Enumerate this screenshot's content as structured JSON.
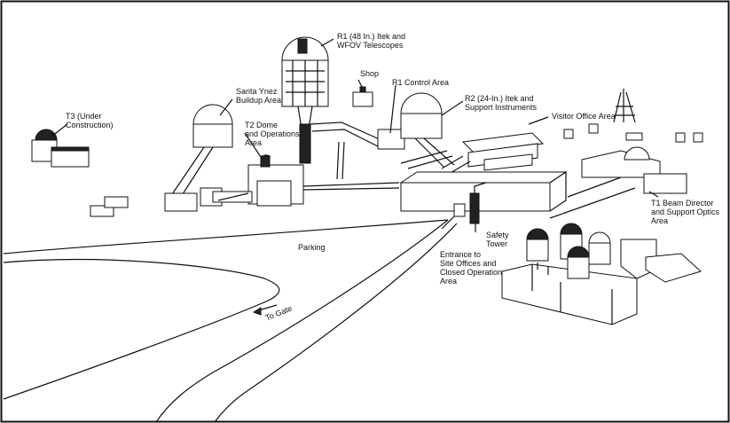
{
  "labels": {
    "t3": [
      "T3 (Under",
      "Construction)"
    ],
    "r1": [
      "R1 (48 In.) Itek and",
      "WFOV Telescopes"
    ],
    "santa_ynez": [
      "Santa Ynez",
      "Buildup Area"
    ],
    "shop": [
      "Shop"
    ],
    "r1_control": [
      "R1 Control Area"
    ],
    "r2": [
      "R2 (24-In.) Itek and",
      "Support Instruments"
    ],
    "t2": [
      "T2 Dome",
      "and Operations",
      "Area"
    ],
    "visitor": [
      "Visitor Office Area"
    ],
    "parking": [
      "Parking"
    ],
    "safety_tower": [
      "Safety",
      "Tower"
    ],
    "entrance": [
      "Entrance to",
      "Site Offices and",
      "Closed Operation",
      "Area"
    ],
    "t1": [
      "T1 Beam Director",
      "and Support Optics",
      "Area"
    ],
    "to_gate": [
      "To Gate"
    ]
  }
}
